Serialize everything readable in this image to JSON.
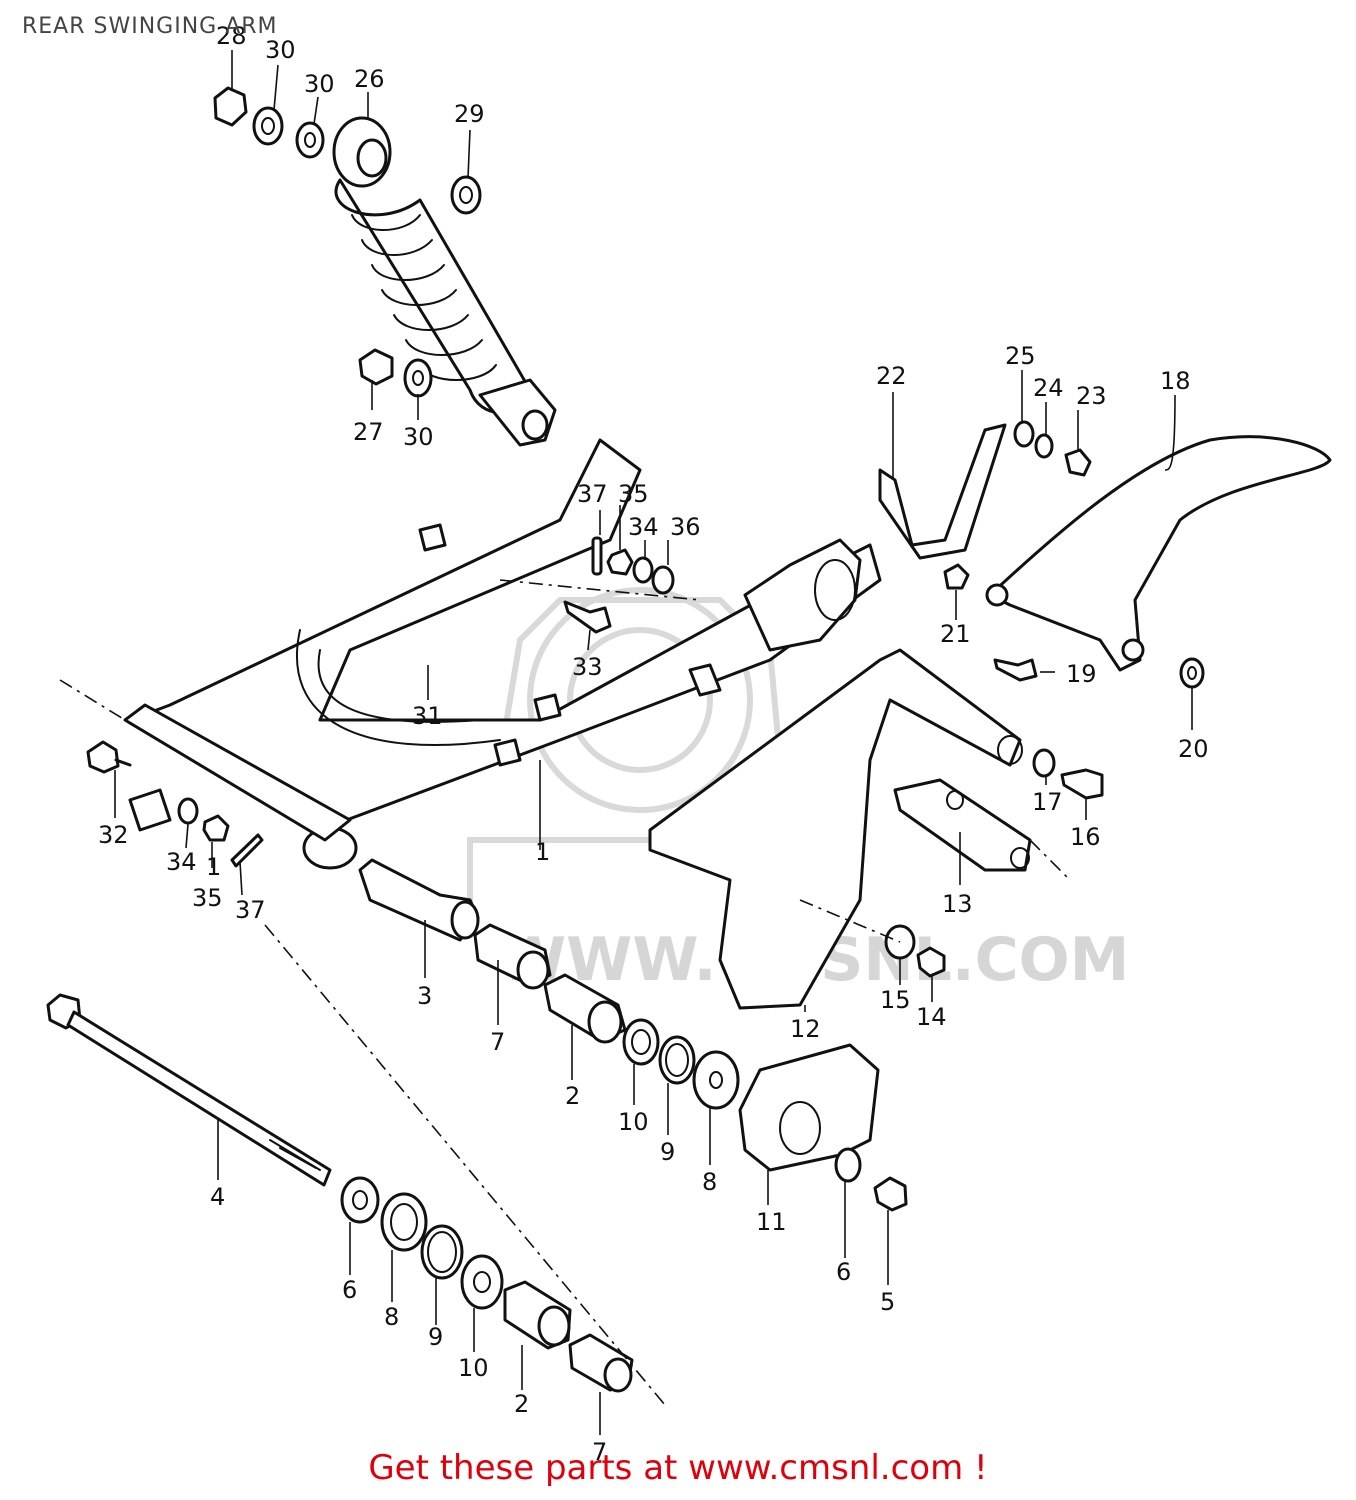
{
  "title": "REAR SWINGING ARM",
  "watermark": {
    "text": "WWW.CMSNL.COM",
    "logo": "CMSNL",
    "color": "#d6d6d6"
  },
  "footer": {
    "text": "Get these parts at www.cmsnl.com !",
    "color": "#e0000b"
  },
  "callouts": {
    "c28": "28",
    "c30a": "30",
    "c30b": "30",
    "c26": "26",
    "c29": "29",
    "c27": "27",
    "c30c": "30",
    "c22": "22",
    "c25": "25",
    "c24": "24",
    "c23": "23",
    "c18": "18",
    "c37a": "37",
    "c35a": "35",
    "c34a": "34",
    "c36": "36",
    "c33": "33",
    "c21": "21",
    "c19": "19",
    "c20": "20",
    "c31": "31",
    "c1a": "1",
    "c32": "32",
    "c34b": "34",
    "c1b": "1",
    "c35b": "35",
    "c37b": "37",
    "c17": "17",
    "c16": "16",
    "c13": "13",
    "c15": "15",
    "c14": "14",
    "c12": "12",
    "c3": "3",
    "c7a": "7",
    "c2a": "2",
    "c10a": "10",
    "c9a": "9",
    "c8a": "8",
    "c11": "11",
    "c6a": "6",
    "c5": "5",
    "c4": "4",
    "c6b": "6",
    "c8b": "8",
    "c9b": "9",
    "c10b": "10",
    "c2b": "2",
    "c7b": "7"
  }
}
